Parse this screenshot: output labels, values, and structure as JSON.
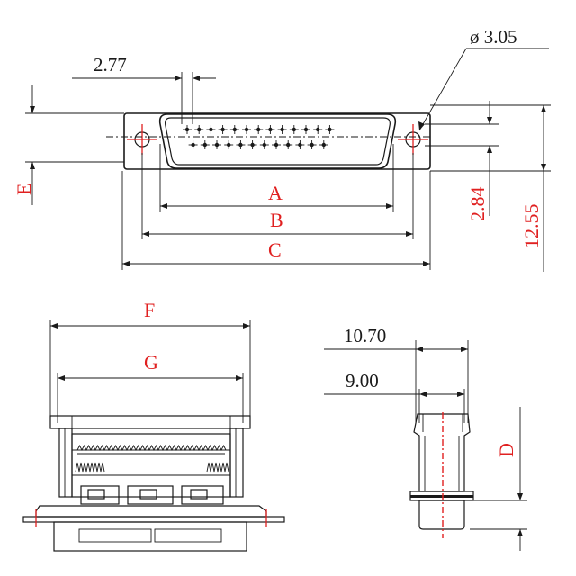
{
  "dimensions": {
    "pin_pitch": "2.77",
    "hole_diameter": "ø 3.05",
    "row_spacing": "2.84",
    "flange_height": "12.55",
    "body_depth_outer": "10.70",
    "body_depth_inner": "9.00"
  },
  "labels": {
    "A": "A",
    "B": "B",
    "C": "C",
    "D": "D",
    "E": "E",
    "F": "F",
    "G": "G"
  },
  "colors": {
    "line": "#1a1a1a",
    "accent": "#e02020"
  },
  "pins": {
    "top_row": 13,
    "bottom_row": 12
  }
}
